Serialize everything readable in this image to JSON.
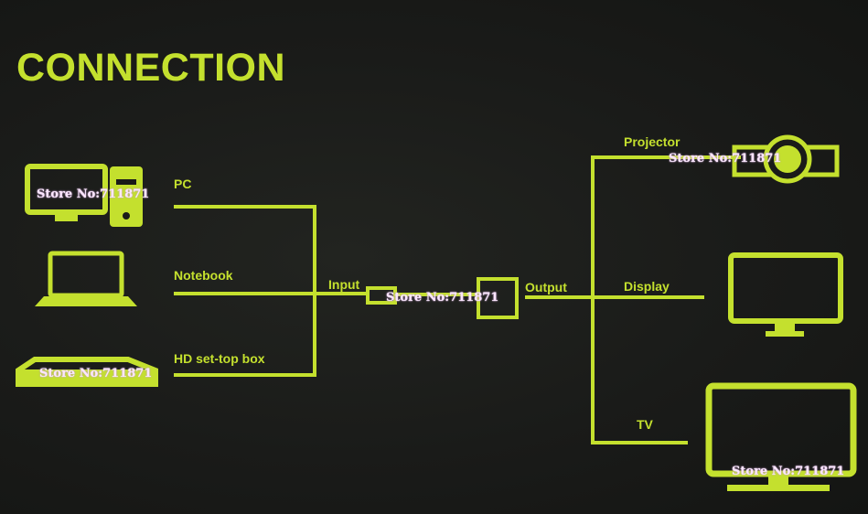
{
  "title": "CONNECTION",
  "sources": [
    {
      "label": "PC",
      "icon": "desktop-pc-icon"
    },
    {
      "label": "Notebook",
      "icon": "laptop-icon"
    },
    {
      "label": "HD set-top box",
      "icon": "set-top-box-icon"
    }
  ],
  "device": {
    "input_label": "Input",
    "output_label": "Output",
    "icon": "converter-box-icon"
  },
  "outputs": [
    {
      "label": "Projector",
      "icon": "projector-icon"
    },
    {
      "label": "Display",
      "icon": "monitor-icon"
    },
    {
      "label": "TV",
      "icon": "tv-icon"
    }
  ],
  "watermark": "Store No:711871",
  "colors": {
    "accent": "#c4e02e",
    "background": "#1a1b19",
    "watermark": "#fbe6ff"
  }
}
